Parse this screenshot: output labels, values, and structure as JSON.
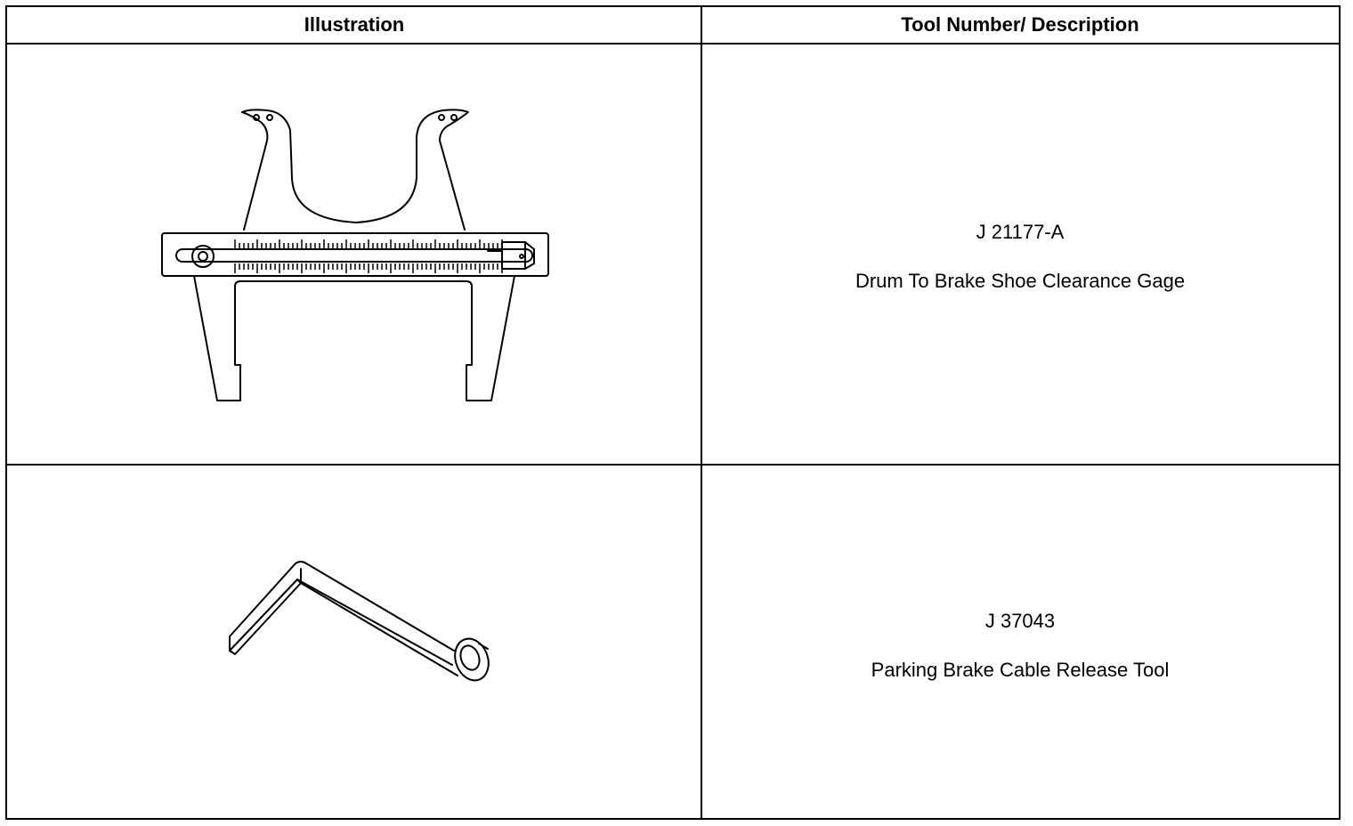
{
  "table": {
    "header": {
      "illustration": "Illustration",
      "tool": "Tool Number/ Description"
    },
    "rows": [
      {
        "illustration_icon": "drum-to-brake-shoe-clearance-gage-drawing",
        "tool_number": "J 21177-A",
        "description": "Drum To Brake Shoe Clearance Gage"
      },
      {
        "illustration_icon": "parking-brake-cable-release-tool-drawing",
        "tool_number": "J 37043",
        "description": "Parking Brake Cable Release Tool"
      }
    ]
  }
}
